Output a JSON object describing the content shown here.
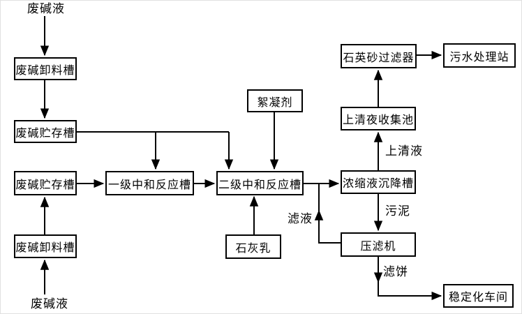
{
  "diagram": {
    "type": "process-flowchart",
    "subject": "waste-alkali-neutralization-treatment",
    "colors": {
      "line": "#000000",
      "background": "#ffffff",
      "text": "#000000"
    },
    "nodes": {
      "unload_top": {
        "label": "废碱卸料槽"
      },
      "store_top": {
        "label": "废碱贮存槽"
      },
      "store_bottom": {
        "label": "废碱贮存槽"
      },
      "unload_bottom": {
        "label": "废碱卸料槽"
      },
      "neutral1": {
        "label": "一级中和反应槽"
      },
      "neutral2": {
        "label": "二级中和反应槽"
      },
      "flocculant": {
        "label": "絮凝剂"
      },
      "lime": {
        "label": "石灰乳"
      },
      "settling": {
        "label": "浓缩液沉降槽"
      },
      "collect": {
        "label": "上清夜收集池"
      },
      "sand_filter": {
        "label": "石英砂过滤器"
      },
      "sewage": {
        "label": "污水处理站"
      },
      "press": {
        "label": "压滤机"
      },
      "stabilize": {
        "label": "稳定化车间"
      }
    },
    "inputs": {
      "waste_alkali_top": "废碱液",
      "waste_alkali_bottom": "废碱液"
    },
    "stream_labels": {
      "supernatant": "上清液",
      "sludge": "污泥",
      "filtrate": "滤液",
      "filter_cake": "滤饼"
    },
    "edges": [
      {
        "from": "waste_alkali_top",
        "to": "unload_top"
      },
      {
        "from": "unload_top",
        "to": "store_top"
      },
      {
        "from": "store_top",
        "to": "neutral1"
      },
      {
        "from": "store_top",
        "to": "neutral2"
      },
      {
        "from": "flocculant",
        "to": "neutral2"
      },
      {
        "from": "waste_alkali_bottom",
        "to": "unload_bottom"
      },
      {
        "from": "unload_bottom",
        "to": "store_bottom"
      },
      {
        "from": "store_bottom",
        "to": "neutral1"
      },
      {
        "from": "neutral1",
        "to": "neutral2"
      },
      {
        "from": "lime",
        "to": "neutral2"
      },
      {
        "from": "neutral2",
        "to": "settling"
      },
      {
        "from": "settling",
        "to": "collect",
        "label": "上清液"
      },
      {
        "from": "collect",
        "to": "sand_filter"
      },
      {
        "from": "sand_filter",
        "to": "sewage"
      },
      {
        "from": "settling",
        "to": "press",
        "label": "污泥"
      },
      {
        "from": "press",
        "to": "neutral2",
        "label": "滤液"
      },
      {
        "from": "press",
        "to": "stabilize",
        "label": "滤饼"
      }
    ]
  }
}
